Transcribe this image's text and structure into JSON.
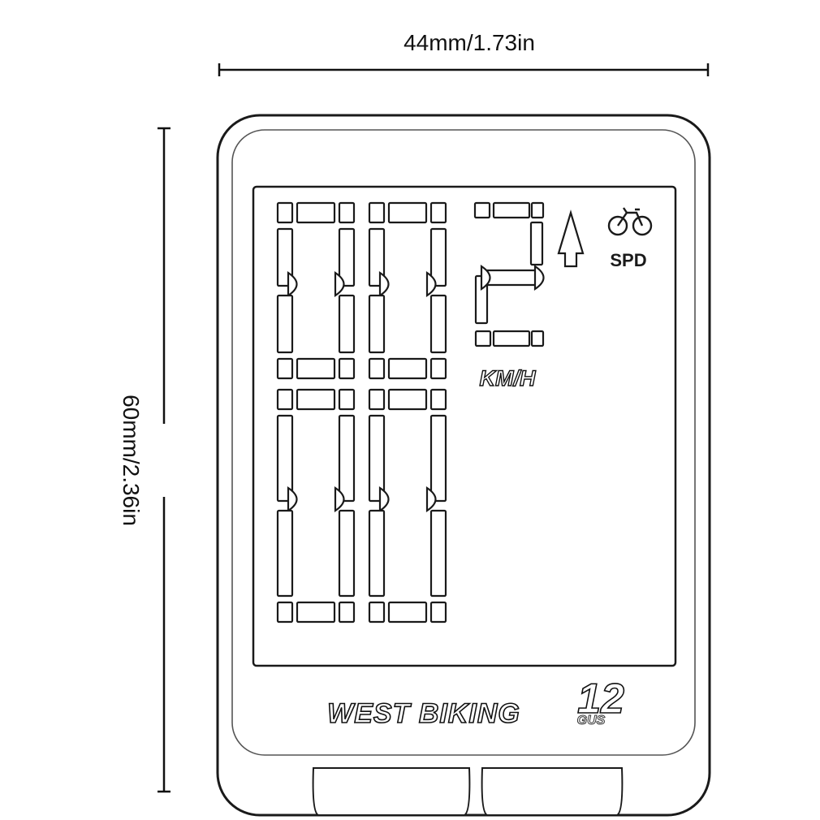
{
  "dimensions": {
    "width_label": "44mm/1.73in",
    "height_label": "60mm/2.36in"
  },
  "display": {
    "unit_label": "KM/H",
    "mode_label": "SPD",
    "mode_icon": "bicycle-icon",
    "indicator_icon": "up-arrow-icon"
  },
  "branding": {
    "brand_text": "WEST BIKING",
    "model_number": "12",
    "model_sub": "GUS"
  }
}
